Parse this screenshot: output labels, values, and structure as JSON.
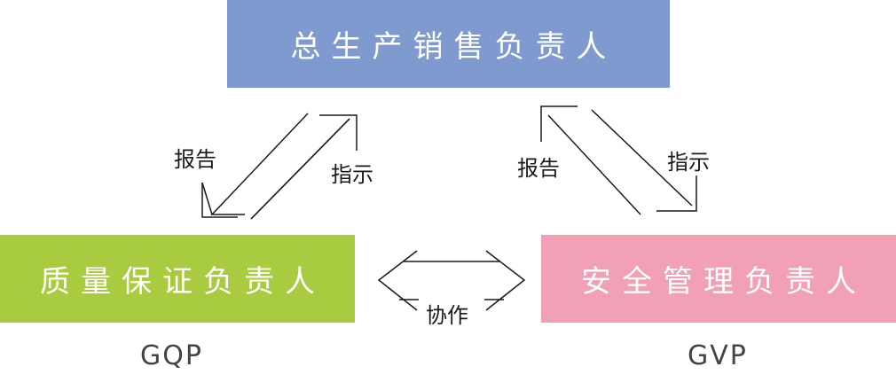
{
  "colors": {
    "top": "#7f9acf",
    "left": "#a8cb3f",
    "right": "#f1a0b5",
    "line": "#1a1a1a"
  },
  "nodes": {
    "top": {
      "label": "总生产销售负责人"
    },
    "left": {
      "label": "质量保证负责人",
      "sublabel": "GQP"
    },
    "right": {
      "label": "安全管理负责人",
      "sublabel": "GVP"
    }
  },
  "edges": {
    "left_report": "报告",
    "left_instruct": "指示",
    "right_report": "报告",
    "right_instruct": "指示",
    "collaborate": "协作"
  }
}
